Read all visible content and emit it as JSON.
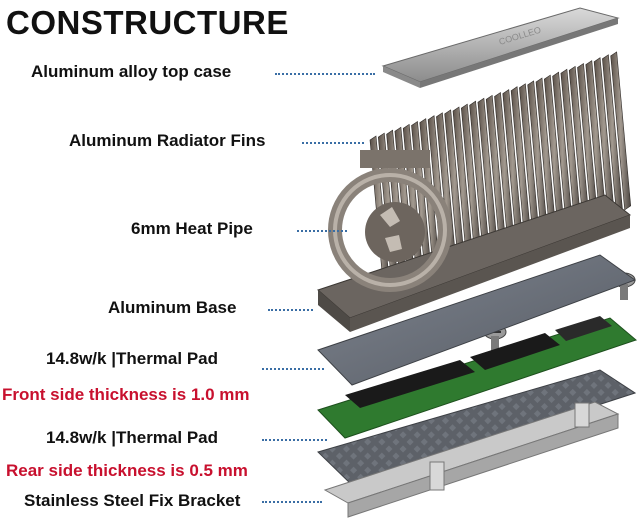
{
  "title": "CONSTRUCTURE",
  "brand_mark": "COOLLEO",
  "labels": [
    {
      "text": "Aluminum alloy top case",
      "color": "#111111"
    },
    {
      "text": "Aluminum Radiator Fins",
      "color": "#111111"
    },
    {
      "text": "6mm Heat Pipe",
      "color": "#111111"
    },
    {
      "text": "Aluminum Base",
      "color": "#111111"
    },
    {
      "text": "14.8w/k |Thermal Pad",
      "color": "#111111"
    },
    {
      "text": "Front side thickness is 1.0 mm",
      "color": "#c8102e"
    },
    {
      "text": "14.8w/k |Thermal Pad",
      "color": "#111111"
    },
    {
      "text": "Rear side thickness is 0.5 mm",
      "color": "#c8102e"
    },
    {
      "text": "Stainless Steel Fix Bracket",
      "color": "#111111"
    }
  ]
}
